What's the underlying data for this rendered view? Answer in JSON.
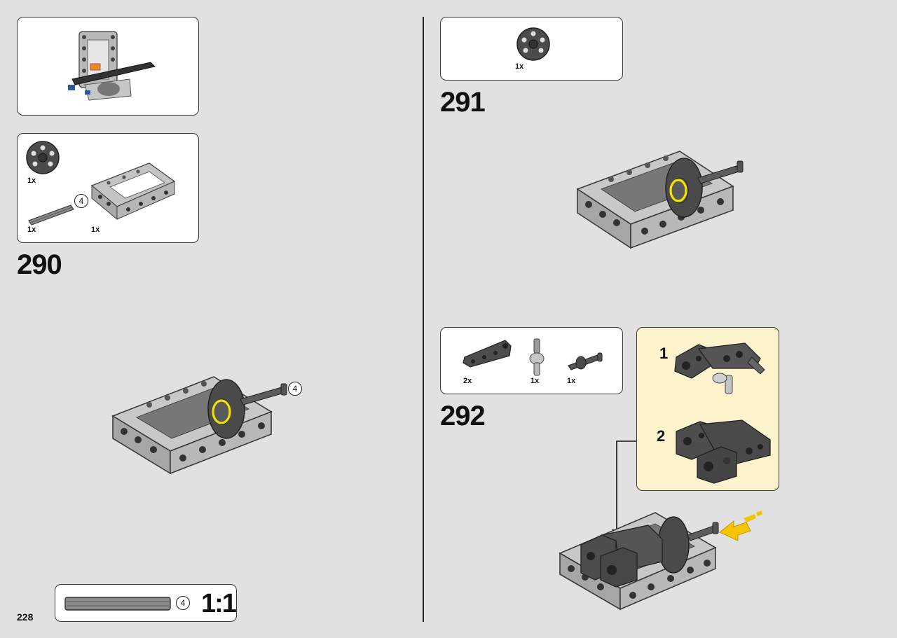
{
  "page": {
    "number": "228"
  },
  "steps": [
    {
      "id": "290",
      "label": "290",
      "parts": [
        {
          "name": "wheel",
          "qty": "1x"
        },
        {
          "name": "axle",
          "qty": "1x",
          "length": "4"
        },
        {
          "name": "frame",
          "qty": "1x"
        }
      ],
      "callout_length": "4"
    },
    {
      "id": "291",
      "label": "291",
      "parts": [
        {
          "name": "wheel",
          "qty": "1x"
        }
      ]
    },
    {
      "id": "292",
      "label": "292",
      "parts": [
        {
          "name": "beam",
          "qty": "2x"
        },
        {
          "name": "connector",
          "qty": "1x"
        },
        {
          "name": "axle-pin",
          "qty": "1x"
        }
      ],
      "substeps": [
        {
          "label": "1"
        },
        {
          "label": "2"
        }
      ]
    }
  ],
  "ruler": {
    "length": "4",
    "scale": "1:1"
  },
  "colors": {
    "background": "#e1e1e1",
    "panel": "#ffffff",
    "subassembly": "#fdf3cc",
    "highlight": "#f2e200",
    "arrow": "#f5c400",
    "dark_part": "#4a4a4a",
    "light_part": "#bdbdbd"
  }
}
